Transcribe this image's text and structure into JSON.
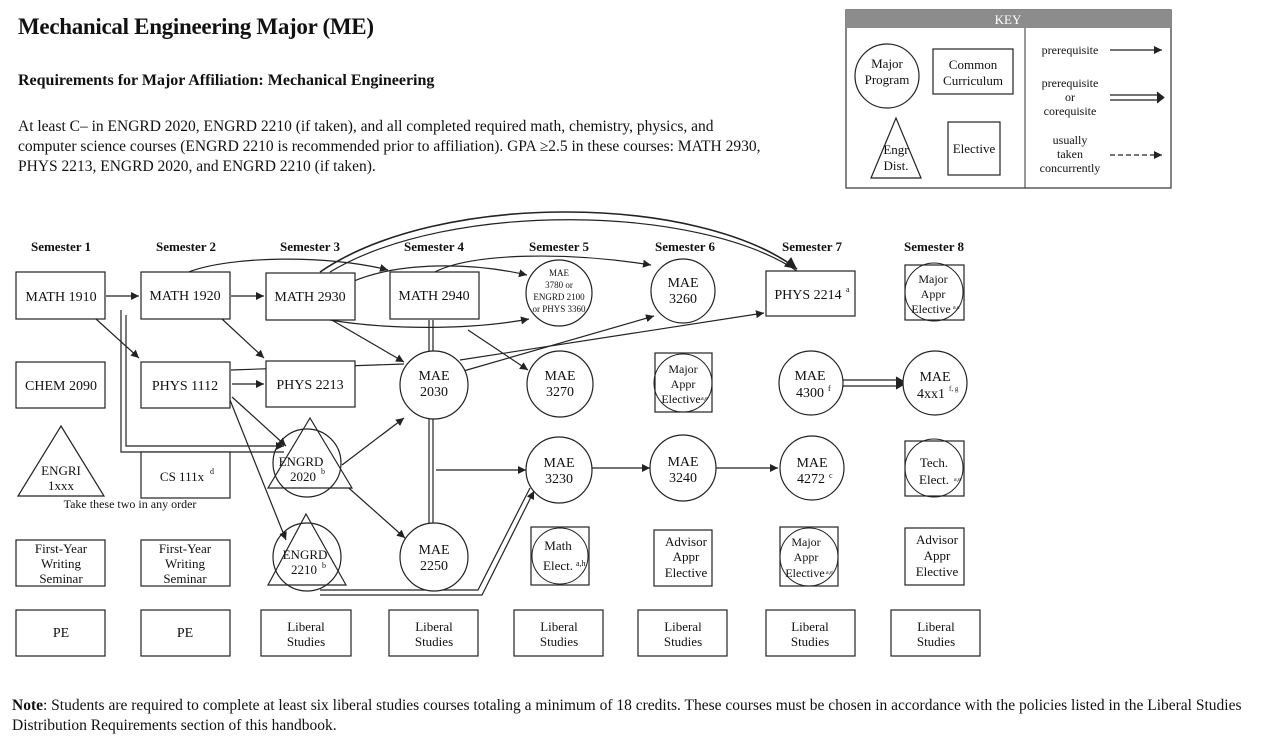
{
  "header": {
    "title": "Mechanical Engineering Major (ME)",
    "subtitle": "Requirements for Major Affiliation:  Mechanical Engineering",
    "paragraph_lines": [
      "At least C– in ENGRD 2020, ENGRD 2210 (if taken), and all completed required math, chemistry, physics, and",
      "computer science courses (ENGRD 2210 is recommended prior to affiliation). GPA ≥2.5 in these courses: MATH 2930,",
      "PHYS 2213, ENGRD 2020, and ENGRD 2210 (if taken)."
    ]
  },
  "key": {
    "title": "KEY",
    "major_program": [
      "Major",
      "Program"
    ],
    "common_curriculum": [
      "Common",
      "Curriculum"
    ],
    "engr_dist": [
      "Engr",
      "Dist."
    ],
    "elective": "Elective",
    "prerequisite": "prerequisite",
    "prereq_or_coreq": [
      "prerequisite",
      "or",
      "corequisite"
    ],
    "concurrent": [
      "usually",
      "taken",
      "concurrently"
    ]
  },
  "semesters": [
    "Semester 1",
    "Semester 2",
    "Semester 3",
    "Semester 4",
    "Semester 5",
    "Semester 6",
    "Semester 7",
    "Semester 8"
  ],
  "courses": {
    "math1910": [
      "MATH 1910"
    ],
    "math1920": [
      "MATH 1920"
    ],
    "math2930": [
      "MATH 2930"
    ],
    "math2940": [
      "MATH 2940"
    ],
    "mae3780": [
      "MAE",
      "3780 or",
      "ENGRD 2100",
      "or PHYS 3360"
    ],
    "mae3260": [
      "MAE",
      "3260"
    ],
    "phys2214": [
      "PHYS 2214"
    ],
    "phys2214_sup": "a",
    "major_appr_8a": [
      "Major",
      "Appr",
      "Elective"
    ],
    "major_appr_8a_sup": "a,e",
    "chem2090": [
      "CHEM 2090"
    ],
    "phys1112": [
      "PHYS 1112"
    ],
    "phys2213": [
      "PHYS 2213"
    ],
    "mae2030": [
      "MAE",
      "2030"
    ],
    "mae3270": [
      "MAE",
      "3270"
    ],
    "major_appr_6": [
      "Major",
      "Appr",
      "Elective"
    ],
    "major_appr_6_sup": "a,e",
    "mae4300": [
      "MAE",
      "4300"
    ],
    "mae4300_sup": "f",
    "mae4xx1": [
      "MAE",
      "4xx1"
    ],
    "mae4xx1_sup": "f, g",
    "engri": [
      "ENGRI",
      "1xxx"
    ],
    "cs111x": [
      "CS 111x"
    ],
    "cs111x_sup": "d",
    "engrd2020": [
      "ENGRD",
      "2020"
    ],
    "engrd2020_sup": "b",
    "mae3230": [
      "MAE",
      "3230"
    ],
    "mae3240": [
      "MAE",
      "3240"
    ],
    "mae4272": [
      "MAE",
      "4272"
    ],
    "mae4272_sup": "c",
    "tech_elect": [
      "Tech.",
      "Elect."
    ],
    "tech_elect_sup": "a,e",
    "order_note": "Take these two in any order",
    "fyws1": [
      "First-Year",
      "Writing",
      "Seminar"
    ],
    "fyws2": [
      "First-Year",
      "Writing",
      "Seminar"
    ],
    "engrd2210": [
      "ENGRD",
      "2210"
    ],
    "engrd2210_sup": "b",
    "mae2250": [
      "MAE",
      "2250"
    ],
    "math_elect": [
      "Math",
      "Elect."
    ],
    "math_elect_sup": "a,h",
    "advisor_6": [
      "Advisor",
      "Appr",
      "Elective"
    ],
    "major_appr_7": [
      "Major",
      "Appr",
      "Elective"
    ],
    "major_appr_7_sup": "a,e",
    "advisor_8": [
      "Advisor",
      "Appr",
      "Elective"
    ],
    "pe1": [
      "PE"
    ],
    "pe2": [
      "PE"
    ],
    "ls3": [
      "Liberal",
      "Studies"
    ],
    "ls4": [
      "Liberal",
      "Studies"
    ],
    "ls5": [
      "Liberal",
      "Studies"
    ],
    "ls6": [
      "Liberal",
      "Studies"
    ],
    "ls7": [
      "Liberal",
      "Studies"
    ],
    "ls8": [
      "Liberal",
      "Studies"
    ]
  },
  "note": {
    "label": "Note",
    "text": ": Students are required to complete at least six liberal studies courses totaling a minimum of 18 credits.  These courses must be chosen in accordance with the policies listed in the Liberal Studies Distribution Requirements section of this handbook."
  }
}
